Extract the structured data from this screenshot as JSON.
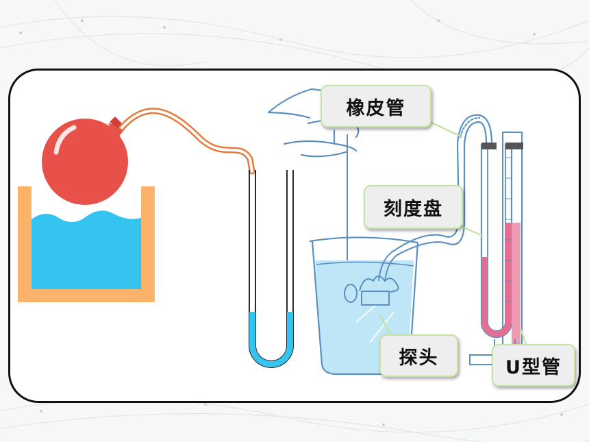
{
  "labels": {
    "rubber_tube": "橡皮管",
    "dial": "刻度盘",
    "probe": "探头",
    "u_tube": "U型管"
  },
  "colors": {
    "balloon": "#e8514a",
    "water": "#35c3f0",
    "container": "#fbb36b",
    "tube_red": "#e07b3c",
    "manometer_liquid": "#e46e91",
    "beaker_water": "#bfe6f6",
    "callout_border": "#c3e3a8",
    "sketch_line": "#5a8fc0"
  }
}
